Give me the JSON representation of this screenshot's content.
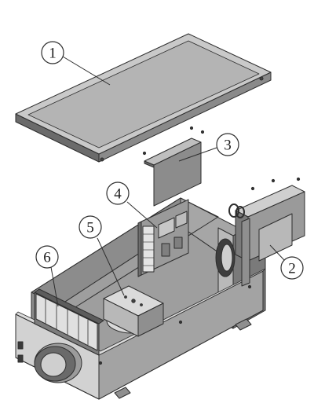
{
  "colors": {
    "outline": "#2e2e2e",
    "light": "#d3d3d3",
    "mid": "#a9a9a9",
    "dark": "#6b6b6b",
    "accent": "#8a8a8a"
  },
  "callouts": [
    {
      "label": "1",
      "part": "top-cover-panel"
    },
    {
      "label": "3",
      "part": "control-cover-plate"
    },
    {
      "label": "4",
      "part": "control-electronics-board"
    },
    {
      "label": "5",
      "part": "fan-motor-unit"
    },
    {
      "label": "6",
      "part": "filter-cassette"
    },
    {
      "label": "2",
      "part": "side-duct-connector-bracket"
    }
  ]
}
